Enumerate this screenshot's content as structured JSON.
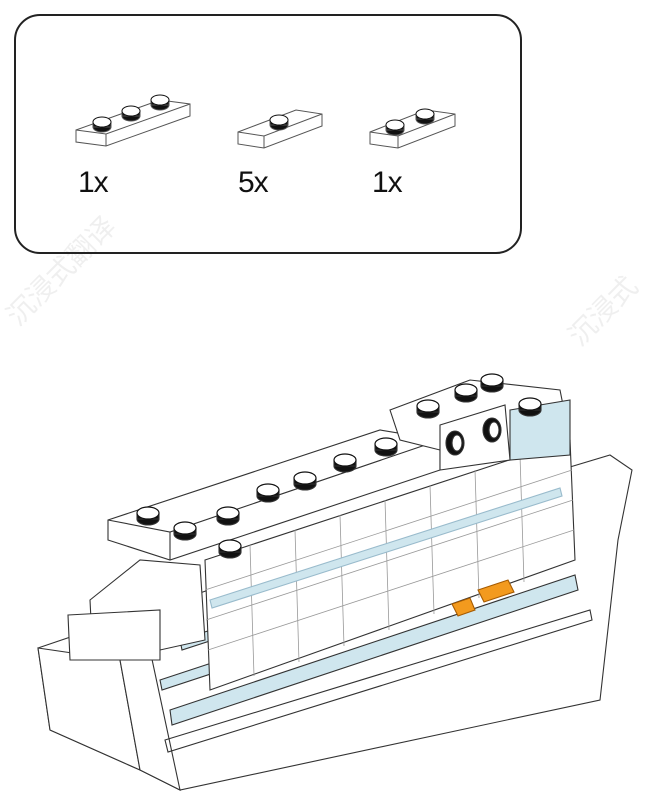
{
  "parts_list": {
    "items": [
      {
        "part": "plate-1x3",
        "quantity": "1x"
      },
      {
        "part": "plate-1x2-jumper",
        "quantity": "5x"
      },
      {
        "part": "plate-1x2",
        "quantity": "1x"
      }
    ]
  },
  "watermark": "沉浸式翻译",
  "colors": {
    "outline": "#222222",
    "trans_light_blue": "#cfe6ee",
    "orange": "#f39a1e"
  }
}
